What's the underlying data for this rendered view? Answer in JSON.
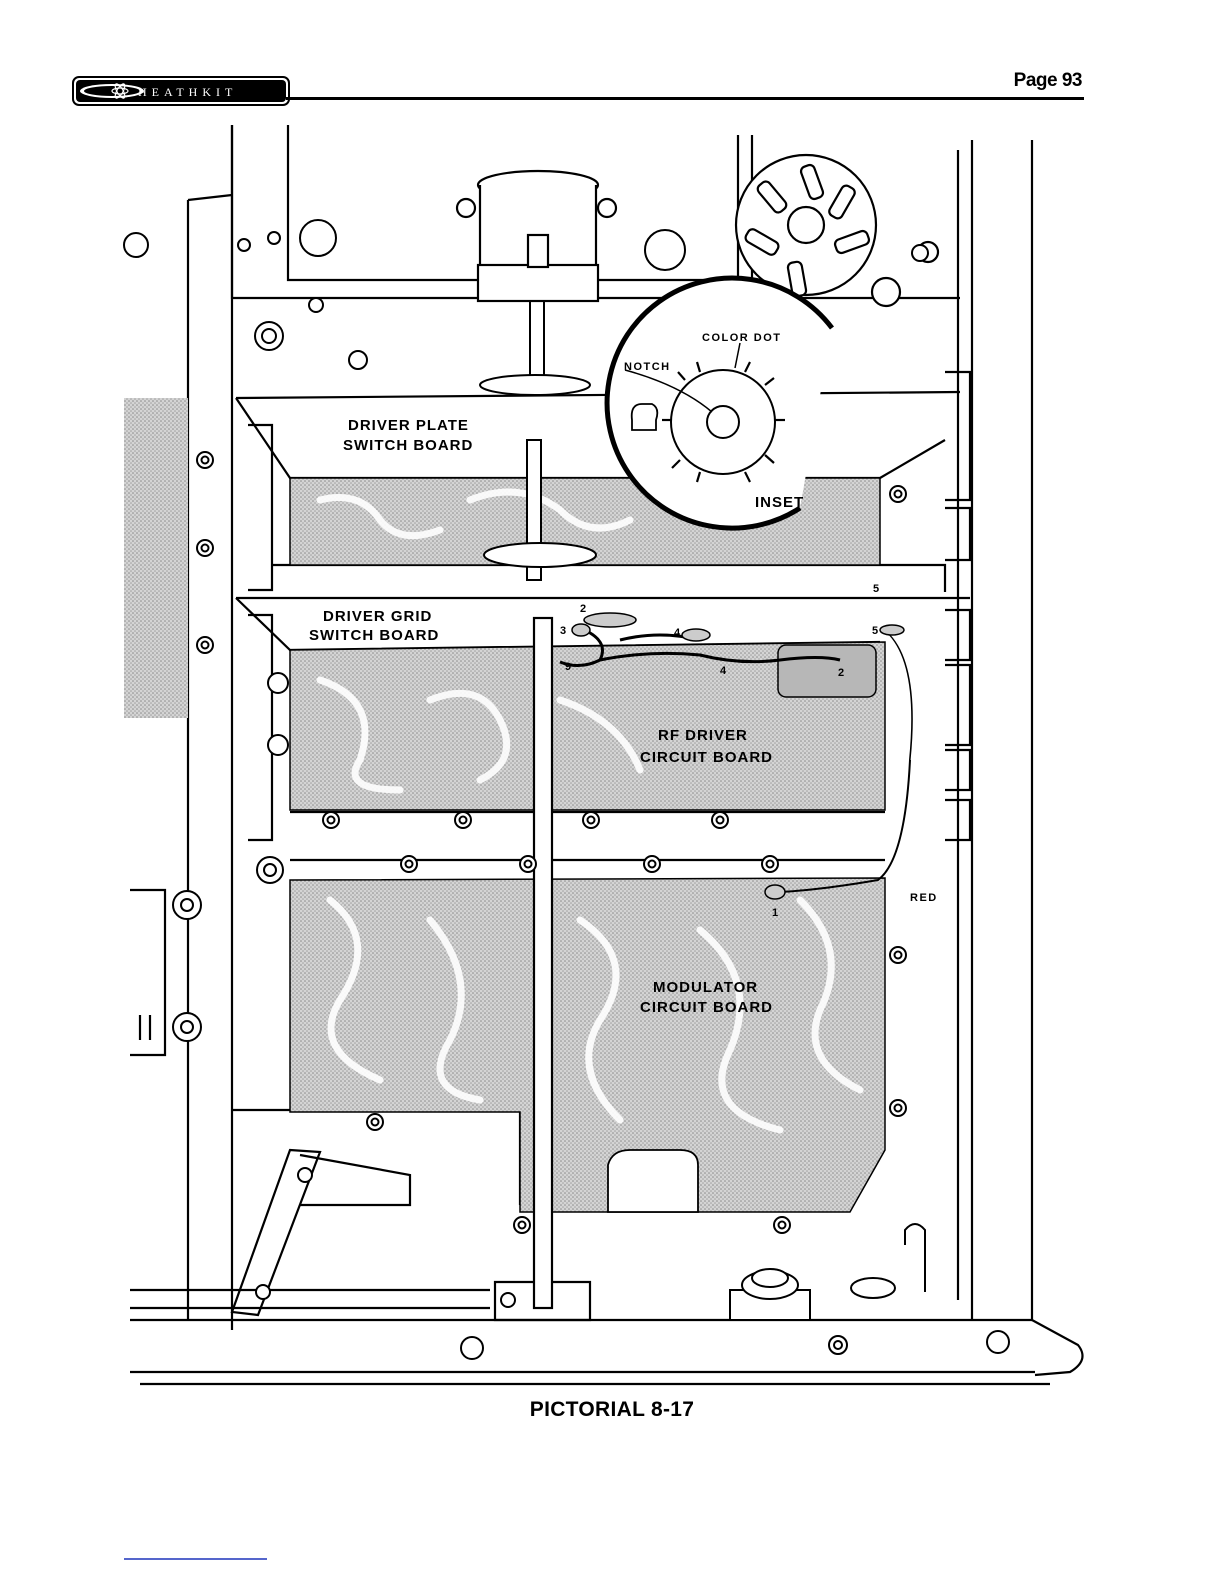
{
  "header": {
    "logo_text": "HEATHKIT",
    "page_number": "Page 93"
  },
  "diagram": {
    "labels": {
      "driver_plate_line1": "DRIVER PLATE",
      "driver_plate_line2": "SWITCH BOARD",
      "driver_grid_line1": "DRIVER GRID",
      "driver_grid_line2": "SWITCH BOARD",
      "rf_driver_line1": "RF DRIVER",
      "rf_driver_line2": "CIRCUIT BOARD",
      "modulator_line1": "MODULATOR",
      "modulator_line2": "CIRCUIT BOARD",
      "color_dot": "COLOR DOT",
      "notch": "NOTCH",
      "inset": "INSET",
      "red": "RED"
    },
    "lug_numbers": {
      "lug_2_top": "2",
      "lug_3": "3",
      "lug_4_top": "4",
      "lug_5_top": "5",
      "lug_5_wire": "5",
      "lug_9": "9",
      "lug_4_low": "4",
      "lug_2_low": "2",
      "lug_1": "1"
    }
  },
  "caption": "PICTORIAL 8-17",
  "colors": {
    "ink": "#000000",
    "board_fill": "#c9c9c9",
    "paper": "#ffffff"
  }
}
